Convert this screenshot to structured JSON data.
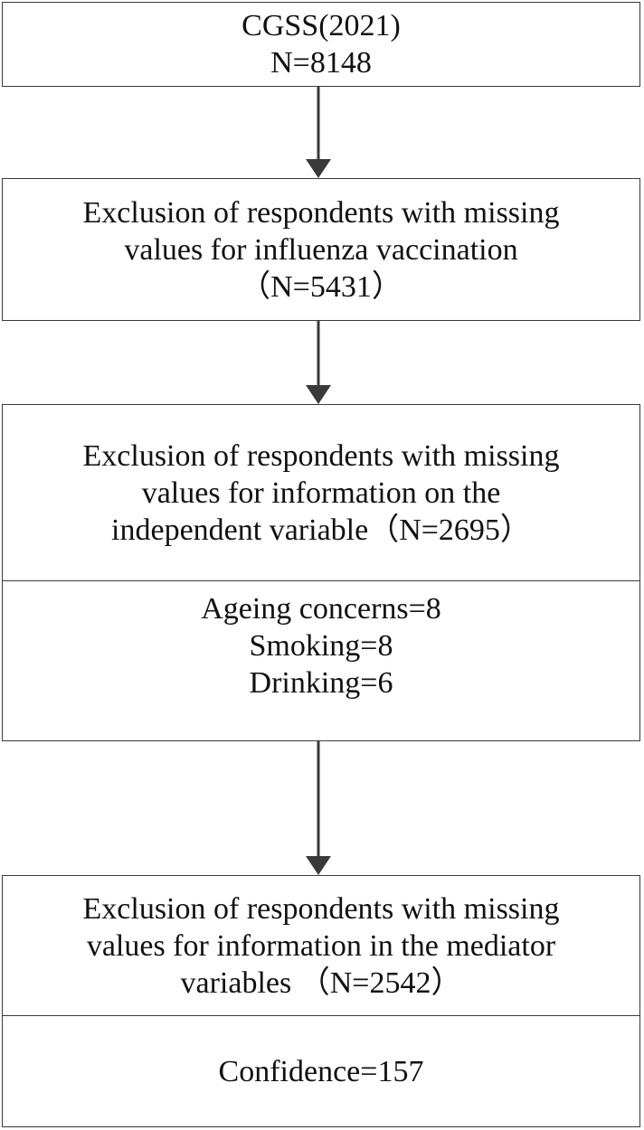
{
  "flowchart": {
    "step1": {
      "lines": [
        "CGSS(2021)",
        "N=8148"
      ]
    },
    "step2": {
      "lines": [
        "Exclusion of respondents with missing",
        "values for influenza vaccination",
        "（N=5431）"
      ]
    },
    "step3": {
      "lines": [
        "Exclusion of respondents with missing",
        "values for information on the",
        "independent variable（N=2695）"
      ],
      "details": [
        "Ageing concerns=8",
        "Smoking=8",
        "Drinking=6"
      ]
    },
    "step4": {
      "lines": [
        "Exclusion of respondents with missing",
        "values for information in the  mediator",
        "variables （N=2542）"
      ],
      "details": [
        "Confidence=157"
      ]
    }
  }
}
